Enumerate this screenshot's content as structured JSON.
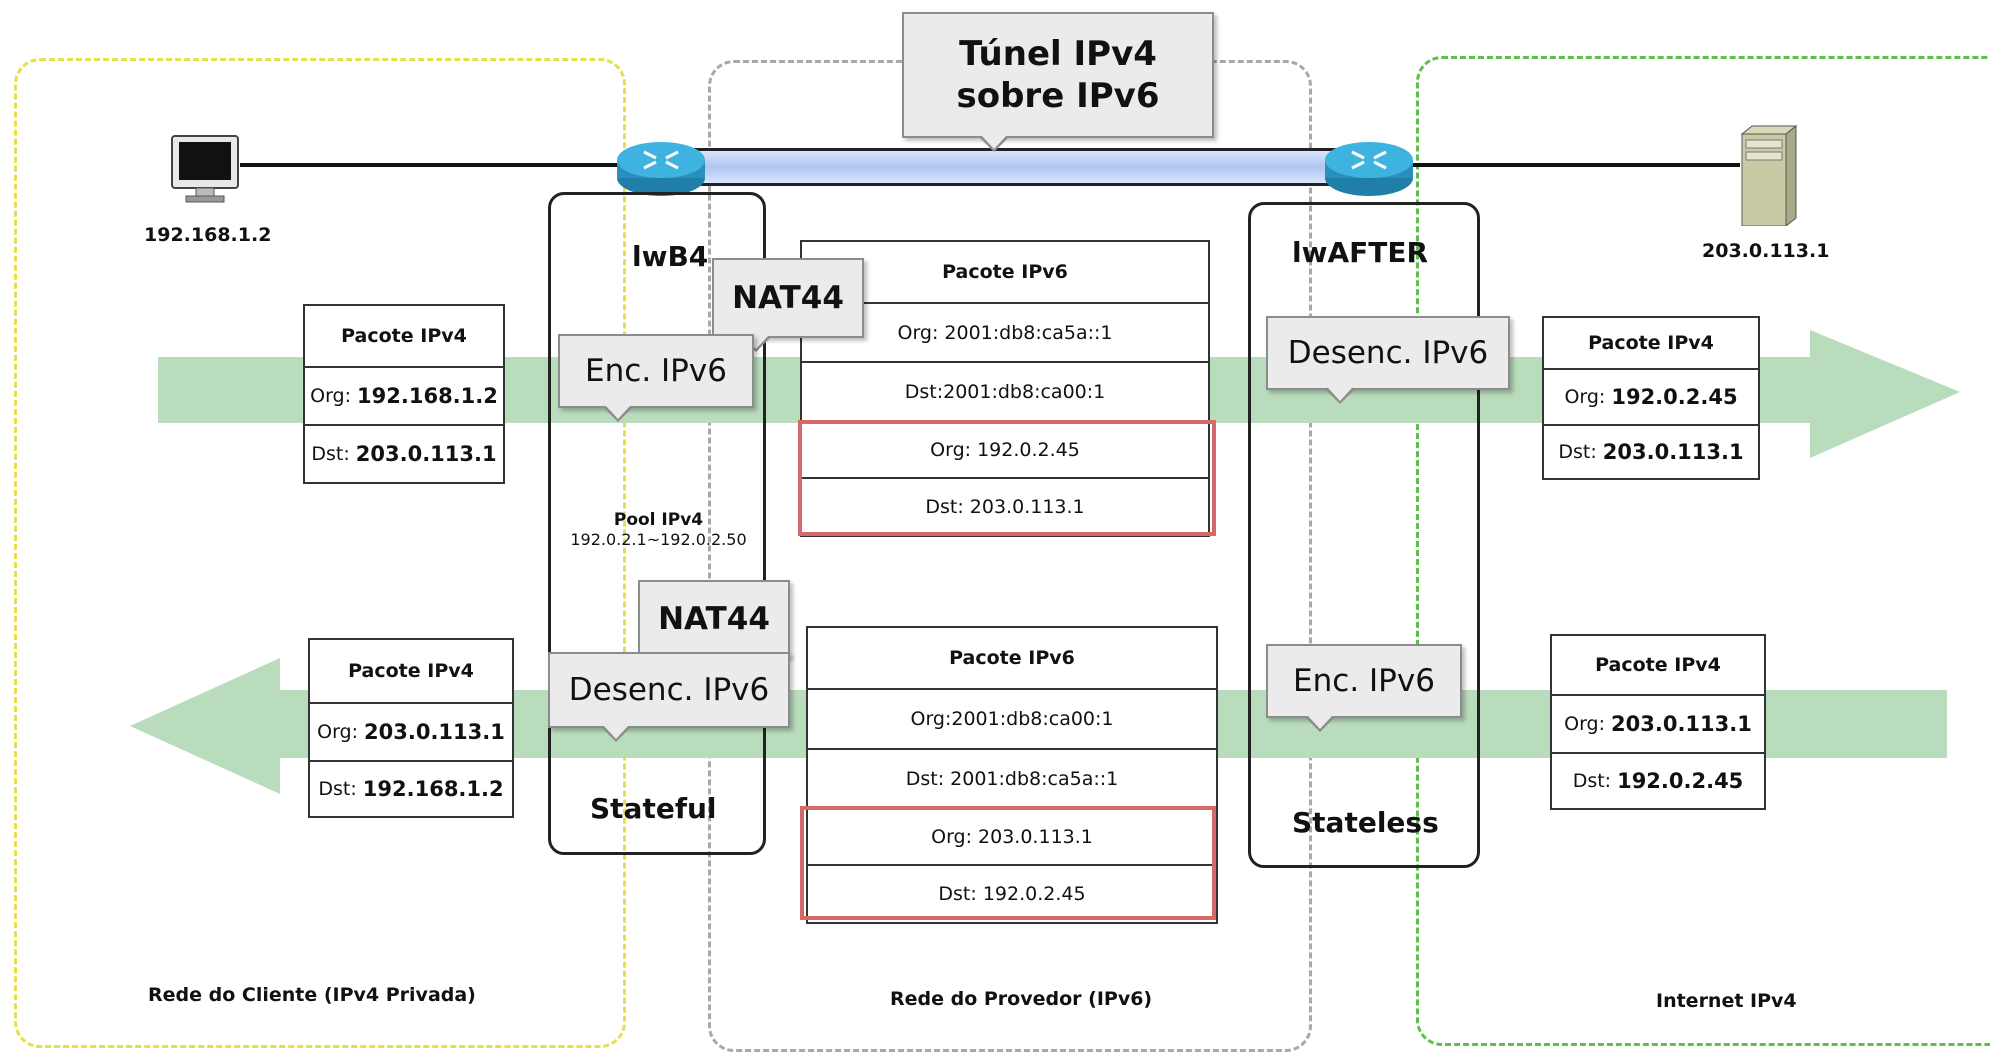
{
  "tunnel": {
    "title_line1": "Túnel IPv4",
    "title_line2": "sobre IPv6"
  },
  "hosts": {
    "client_ip": "192.168.1.2",
    "server_ip": "203.0.113.1"
  },
  "regions": {
    "client": "Rede do Cliente (IPv4 Privada)",
    "provider": "Rede do Provedor (IPv6)",
    "internet": "Internet IPv4"
  },
  "lwb4": {
    "title": "lwB4",
    "mode": "Stateful",
    "pool_title": "Pool IPv4",
    "pool_range": "192.0.2.1~192.0.2.50"
  },
  "lwafter": {
    "title": "lwAFTER",
    "mode": "Stateless"
  },
  "callouts": {
    "nat44_top": "NAT44",
    "nat44_bottom": "NAT44",
    "enc_top": "Enc. IPv6",
    "desenc_top": "Desenc. IPv6",
    "desenc_bottom": "Desenc. IPv6",
    "enc_bottom": "Enc. IPv6"
  },
  "packets": {
    "top_left": {
      "title": "Pacote IPv4",
      "org_label": "Org:",
      "org": "192.168.1.2",
      "dst_label": "Dst:",
      "dst": "203.0.113.1"
    },
    "top_right": {
      "title": "Pacote IPv4",
      "org_label": "Org:",
      "org": "192.0.2.45",
      "dst_label": "Dst:",
      "dst": "203.0.113.1"
    },
    "top_center": {
      "title": "Pacote IPv6",
      "org6": "Org: 2001:db8:ca5a::1",
      "dst6": "Dst:2001:db8:ca00:1",
      "org4": "Org: 192.0.2.45",
      "dst4": "Dst: 203.0.113.1"
    },
    "bottom_right": {
      "title": "Pacote IPv4",
      "org_label": "Org:",
      "org": "203.0.113.1",
      "dst_label": "Dst:",
      "dst": "192.0.2.45"
    },
    "bottom_left": {
      "title": "Pacote IPv4",
      "org_label": "Org:",
      "org": "203.0.113.1",
      "dst_label": "Dst:",
      "dst": "192.168.1.2"
    },
    "bottom_center": {
      "title": "Pacote IPv6",
      "org6": "Org:2001:db8:ca00:1",
      "dst6": "Dst: 2001:db8:ca5a::1",
      "org4": "Org: 203.0.113.1",
      "dst4": "Dst: 192.0.2.45"
    }
  },
  "colors": {
    "client_region": "#e3e04a",
    "provider_region": "#a9a9a9",
    "internet_region": "#5fbf4a",
    "flow_arrow": "#b8dcbc",
    "tunnel": "#b9cdf2",
    "highlight": "#d66a6a",
    "router": "#2f9ec9"
  }
}
